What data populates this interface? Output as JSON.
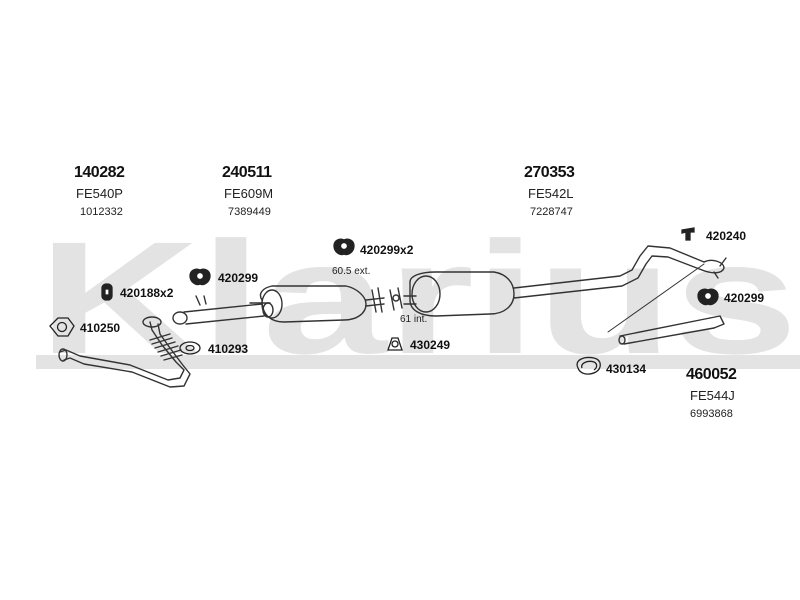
{
  "watermark": "Klarius",
  "groups": [
    {
      "number": "140282",
      "code": "FE540P",
      "ref": "1012332"
    },
    {
      "number": "240511",
      "code": "FE609M",
      "ref": "7389449"
    },
    {
      "number": "270353",
      "code": "FE542L",
      "ref": "7228747"
    },
    {
      "number": "460052",
      "code": "FE544J",
      "ref": "6993868"
    }
  ],
  "parts": {
    "p420299x2": "420299x2",
    "p420240": "420240",
    "p420299_left": "420299",
    "p420299_right": "420299",
    "p420188x2": "420188x2",
    "p410250": "410250",
    "p410293": "410293",
    "p430249": "430249",
    "p430134": "430134"
  },
  "notes": {
    "ext": "60.5 ext.",
    "int": "61 int."
  },
  "colors": {
    "watermark": "#e3e3e3",
    "line": "#333333",
    "fill": "#ffffff"
  }
}
